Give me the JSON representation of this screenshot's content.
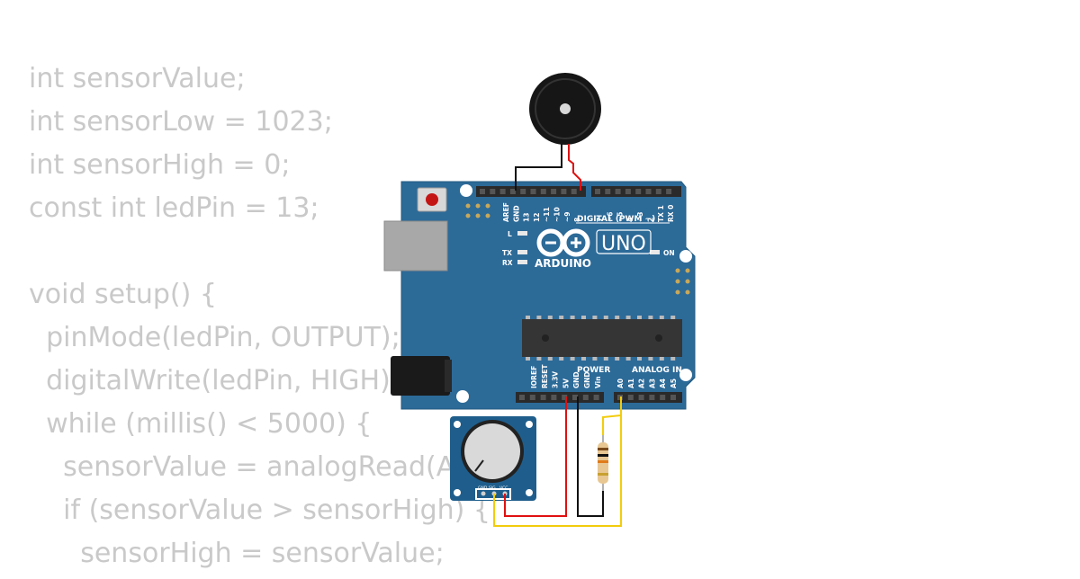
{
  "code_lines": [
    "int sensorValue;",
    "int sensorLow = 1023;",
    "int sensorHigh = 0;",
    "const int ledPin = 13;",
    "",
    "void setup() {",
    "  pinMode(ledPin, OUTPUT);",
    "  digitalWrite(ledPin, HIGH);",
    "  while (millis() < 5000) {",
    "    sensorValue = analogRead(A0);",
    "    if (sensorValue > sensorHigh) {",
    "      sensorHigh = sensorValue;"
  ],
  "board": {
    "brand": "ARDUINO",
    "model": "UNO",
    "label_digital": "DIGITAL (PWM ~)",
    "label_power": "POWER",
    "label_analog": "ANALOG IN",
    "label_on": "ON",
    "label_l": "L",
    "label_tx": "TX",
    "label_rx": "RX",
    "digital_pins": [
      "AREF",
      "GND",
      "13",
      "12",
      "~11",
      "~10",
      "~9",
      "8",
      "7",
      "~6",
      "~5",
      "4",
      "~3",
      "2",
      "TX 1",
      "RX 0"
    ],
    "power_pins": [
      "IOREF",
      "RESET",
      "3.3V",
      "5V",
      "GND",
      "GND",
      "Vin"
    ],
    "analog_pins": [
      "A0",
      "A1",
      "A2",
      "A3",
      "A4",
      "A5"
    ]
  },
  "potentiometer": {
    "pins": [
      "GND",
      "SIG",
      "VCC"
    ]
  },
  "colors": {
    "code_text": "#c9c9c9",
    "board": "#2c6a98",
    "wire_red": "#e01010",
    "wire_black": "#111111",
    "wire_yellow": "#f2cc0c",
    "pot_board": "#1f5e8c"
  },
  "icons": {
    "buzzer": "piezo-buzzer-icon",
    "logo": "arduino-infinity-logo"
  }
}
